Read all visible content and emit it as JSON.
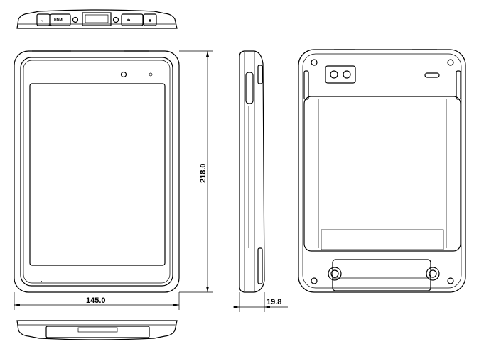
{
  "drawing": {
    "title": "Tablet dimension drawing",
    "dimensions": {
      "width": "145.0",
      "height": "218.0",
      "depth": "19.8"
    },
    "ports": {
      "hdmi_label": "HDMI"
    },
    "colors": {
      "line": "#000000",
      "background": "#ffffff"
    }
  }
}
